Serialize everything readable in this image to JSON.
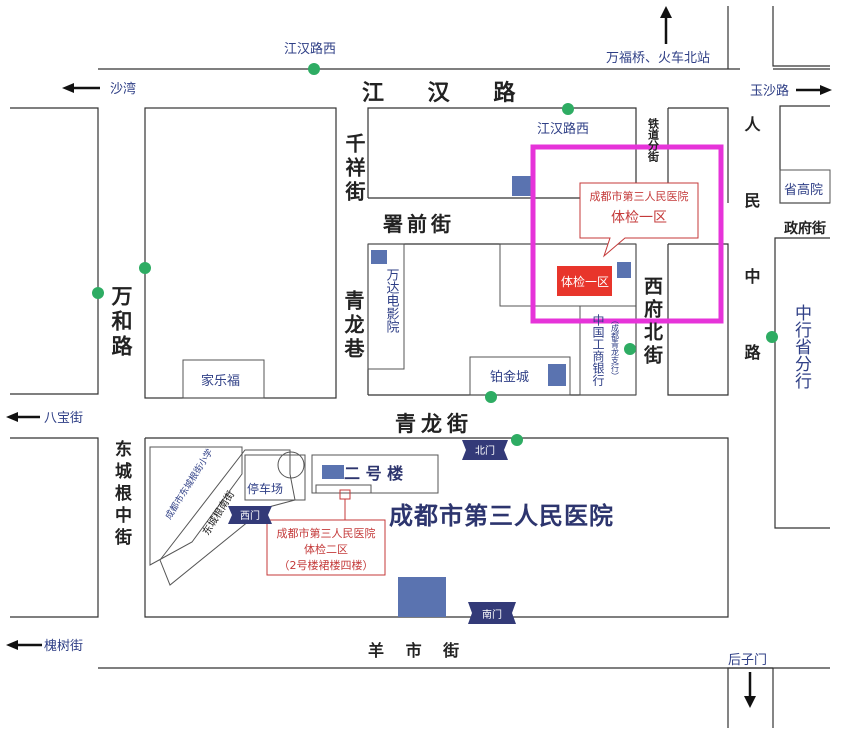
{
  "roads": {
    "jianghan_lu": "江 汉 路",
    "qianxiang_jie": "千祥街",
    "shuqian_jie": "署前街",
    "wanhe_lu": "万和路",
    "qinglong_xiang": "青龙巷",
    "qinglong_jie": "青龙街",
    "tiedao_fen_jie": "铁道分街",
    "renmin_zhong_lu": "人民中路",
    "xifu_bei_jie": "西府北街",
    "zhengfu_jie": "政府街",
    "dongcheng_genzhong_jie": "东城根中街",
    "dongcheng_gen_nan_jie": "东城根南街",
    "yangshi_jie": "羊 市 街"
  },
  "stations": {
    "jianghan_lu_xi_top": "江汉路西",
    "jianghan_lu_xi": "江汉路西"
  },
  "directions": {
    "north": "万福桥、火车北站",
    "west_top": "沙湾",
    "east": "玉沙路",
    "west_mid": "八宝街",
    "west_bottom": "槐树街",
    "south": "后子门"
  },
  "buildings": {
    "wanda_cinema": "万达电影院",
    "jialefu": "家乐福",
    "bojincheng": "铂金城",
    "icbc": "中国工商银行",
    "icbc_branch": "（成都青龙支行）",
    "shengaoyuan": "省高院",
    "boc": "中行省分行",
    "parking": "停车场",
    "school": "成都市东城根街小学",
    "building2": "二 号 楼",
    "hospital": "成都市第三人民医院"
  },
  "gates": {
    "north": "北门",
    "west": "西门",
    "south": "南门"
  },
  "callouts": {
    "zone1_title": "成都市第三人民医院",
    "zone1_sub": "体检一区",
    "zone1_marker": "体检一区",
    "zone2_line1": "成都市第三人民医院",
    "zone2_line2": "体检二区",
    "zone2_line3": "（2号楼裙楼四楼）"
  },
  "colors": {
    "highlight": "#e633d9",
    "marker": "#e8352b",
    "station": "#2eac63",
    "gate": "#333a78",
    "building": "#5a73b0"
  }
}
